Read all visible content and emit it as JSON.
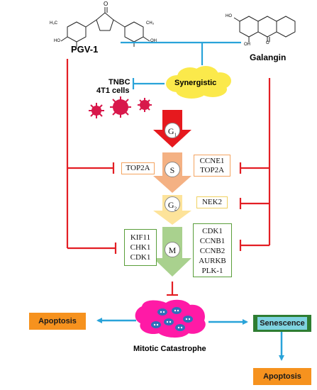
{
  "compounds": {
    "left": "PGV-1",
    "right": "Galangin"
  },
  "synergy_label": "Synergistic",
  "cells": {
    "line1": "TNBC",
    "line2": "4T1 cells"
  },
  "phases": {
    "g1": "G",
    "g1_sub": "1",
    "s": "S",
    "g2": "G",
    "g2_sub": "2",
    "m": "M"
  },
  "targets": {
    "left_s": [
      "TOP2A"
    ],
    "left_m": [
      "KIF11",
      "CHK1",
      "CDK1"
    ],
    "right_s": [
      "CCNE1",
      "TOP2A"
    ],
    "right_g2": [
      "NEK2"
    ],
    "right_m": [
      "CDK1",
      "CCNB1",
      "CCNB2",
      "AURKB",
      "PLK-1"
    ]
  },
  "outcomes": {
    "catastrophe": "Mitotic Catastrophe",
    "apoptosis_left": "Apoptosis",
    "senescence": "Senescence",
    "apoptosis_bottom": "Apoptosis"
  },
  "colors": {
    "inhibit": "#e31e24",
    "link": "#29a3d9",
    "synergy": "#fbe94b",
    "arrow_g1": "#e6191e",
    "arrow_s": "#f4b183",
    "arrow_g2": "#fde39a",
    "arrow_m": "#a9d18e",
    "box_orange": "#f4a460",
    "box_yellow": "#f0d060",
    "box_green": "#5a9e3a",
    "cell_magenta": "#ff1aa6",
    "apoptosis_fill": "#f6921e",
    "senescence_fill": "#2e7d32"
  }
}
